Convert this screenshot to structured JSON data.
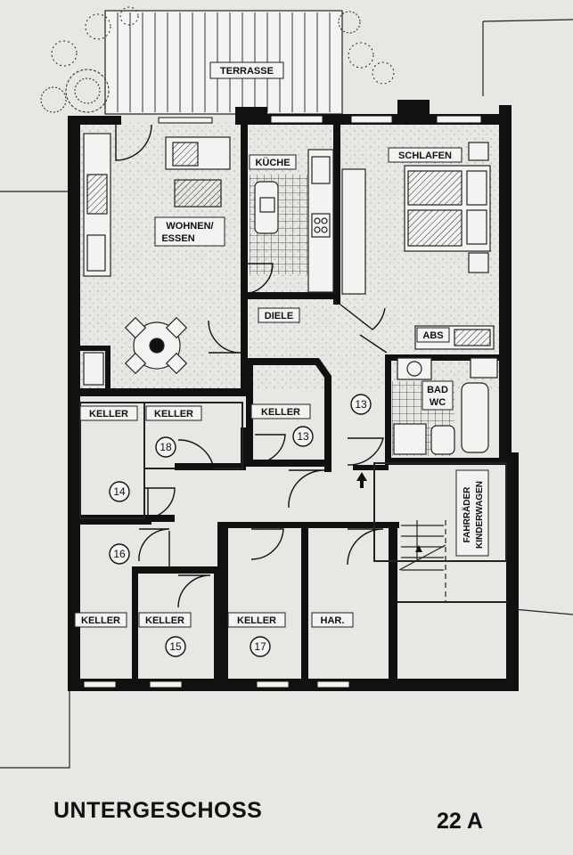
{
  "plan": {
    "floor_title": "UNTERGESCHOSS",
    "house_number": "22 A",
    "rooms": {
      "terrasse": "TERRASSE",
      "wohnen": [
        "WOHNEN/",
        "ESSEN"
      ],
      "kueche": "KÜCHE",
      "schlafen": "SCHLAFEN",
      "diele": "DIELE",
      "abs": "ABS",
      "bad": [
        "BAD",
        "WC"
      ],
      "keller_a": "KELLER",
      "keller_18": "KELLER",
      "keller_13": "KELLER",
      "keller_16": "KELLER",
      "keller_15": "KELLER",
      "keller_17": "KELLER",
      "har": "HAR.",
      "fahrraeder": "FAHRRÄDER",
      "kinderwagen": "KINDERWAGEN"
    },
    "numbers": {
      "n13_hall": "13",
      "n13_keller": "13",
      "n18": "18",
      "n14": "14",
      "n16": "16",
      "n15": "15",
      "n17": "17"
    }
  }
}
